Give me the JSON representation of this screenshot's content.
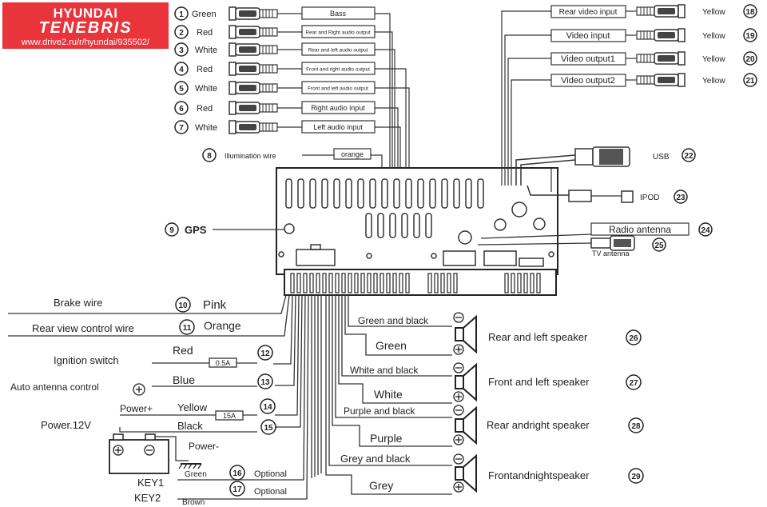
{
  "logo": {
    "brand": "HYUNDAI",
    "model": "TENEBRIS",
    "url": "www.drive2.ru/r/hyundai/935502/"
  },
  "colors": {
    "logo_bg": "#e8343a",
    "line": "#333333",
    "text": "#222222"
  },
  "left_rca": [
    {
      "num": "1",
      "color": "Green",
      "label": "Bass"
    },
    {
      "num": "2",
      "color": "Red",
      "label": "Rear and Right audio output"
    },
    {
      "num": "3",
      "color": "White",
      "label": "Rear and left audio output"
    },
    {
      "num": "4",
      "color": "Red",
      "label": "Front and right audio output"
    },
    {
      "num": "5",
      "color": "White",
      "label": "Front and left audio output"
    },
    {
      "num": "6",
      "color": "Red",
      "label": "Right audio input"
    },
    {
      "num": "7",
      "color": "White",
      "label": "Left audio input"
    }
  ],
  "illumination": {
    "num": "8",
    "label": "Illumination wire",
    "color": "orange"
  },
  "gps": {
    "num": "9",
    "label": "GPS"
  },
  "right_rca": [
    {
      "num": "18",
      "label": "Rear video input",
      "color": "Yellow"
    },
    {
      "num": "19",
      "label": "Video input",
      "color": "Yellow"
    },
    {
      "num": "20",
      "label": "Video output1",
      "color": "Yellow"
    },
    {
      "num": "21",
      "label": "Video output2",
      "color": "Yellow"
    }
  ],
  "usb": {
    "num": "22",
    "label": "USB"
  },
  "ipod": {
    "num": "23",
    "label": "IPOD"
  },
  "radio": {
    "num": "24",
    "label": "Radio antenna"
  },
  "tv": {
    "num": "25",
    "label": "TV antenna"
  },
  "left_wires": {
    "brake": {
      "label": "Brake wire",
      "num": "10",
      "color": "Pink"
    },
    "rear_view": {
      "label": "Rear view control wire",
      "num": "11",
      "color": "Orange"
    },
    "ignition": {
      "label": "Ignition switch",
      "num": "12",
      "color": "Red",
      "fuse": "0.5A"
    },
    "auto_antenna": {
      "label": "Auto antenna control",
      "num": "13",
      "color": "Blue"
    },
    "power_plus": {
      "label": "Power+",
      "num": "14",
      "color": "Yellow",
      "fuse": "15A"
    },
    "power12": {
      "label": "Power.12V",
      "num": "15",
      "color": "Black"
    },
    "power_minus": {
      "label": "Power-"
    },
    "key1": {
      "label": "KEY1",
      "num": "16",
      "color": "Green",
      "note": "Optional"
    },
    "key2": {
      "label": "KEY2",
      "num": "17",
      "color": "Brown",
      "note": "Optional"
    }
  },
  "speakers": [
    {
      "top_wire": "Green and black",
      "bottom_wire": "Green",
      "label": "Rear and left speaker",
      "num": "26"
    },
    {
      "top_wire": "White and black",
      "bottom_wire": "White",
      "label": "Front and left speaker",
      "num": "27"
    },
    {
      "top_wire": "Purple and black",
      "bottom_wire": "Purple",
      "label": "Rear andright speaker",
      "num": "28"
    },
    {
      "top_wire": "Grey and black",
      "bottom_wire": "Grey",
      "label": "Frontandnightspeaker",
      "num": "29"
    }
  ]
}
